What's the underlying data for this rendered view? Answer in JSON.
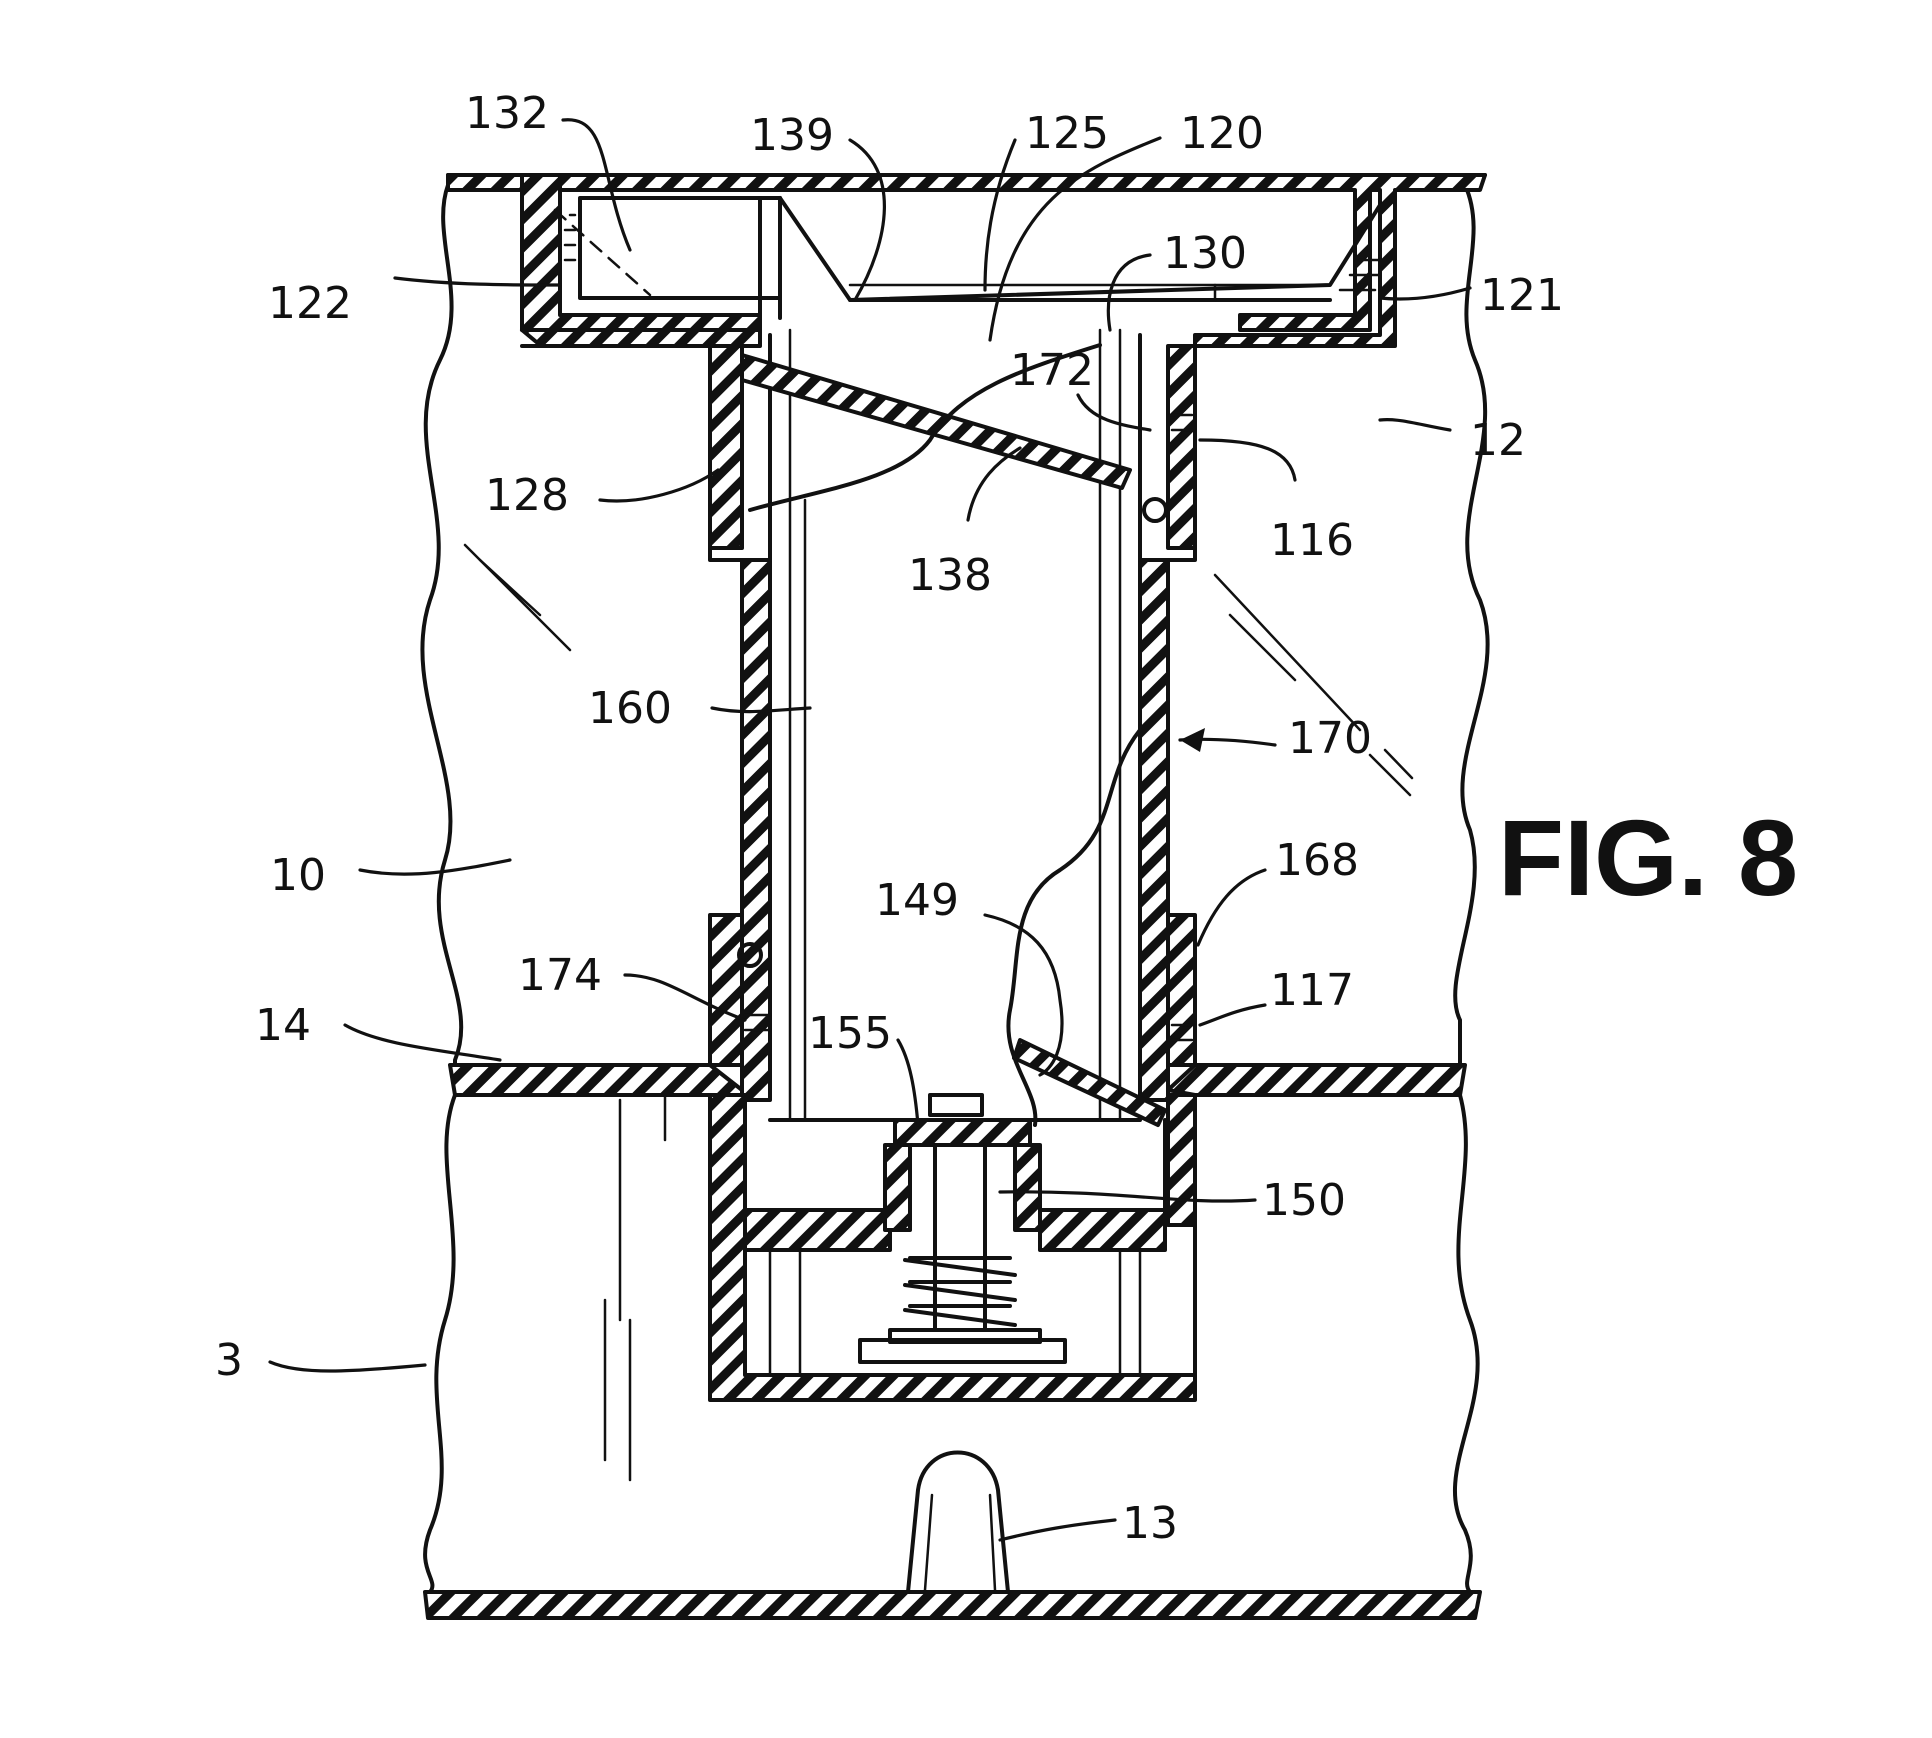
{
  "figure": {
    "title": "FIG. 8"
  },
  "labels": {
    "l132": "132",
    "l139": "139",
    "l125": "125",
    "l120": "120",
    "l130": "130",
    "l122": "122",
    "l121": "121",
    "l172": "172",
    "l12": "12",
    "l128": "128",
    "l116": "116",
    "l138": "138",
    "l160": "160",
    "l170": "170",
    "l10": "10",
    "l168": "168",
    "l149": "149",
    "l174": "174",
    "l117": "117",
    "l14": "14",
    "l155": "155",
    "l150": "150",
    "l3": "3",
    "l13": "13"
  },
  "colors": {
    "ink": "#111111",
    "paper": "#ffffff"
  }
}
